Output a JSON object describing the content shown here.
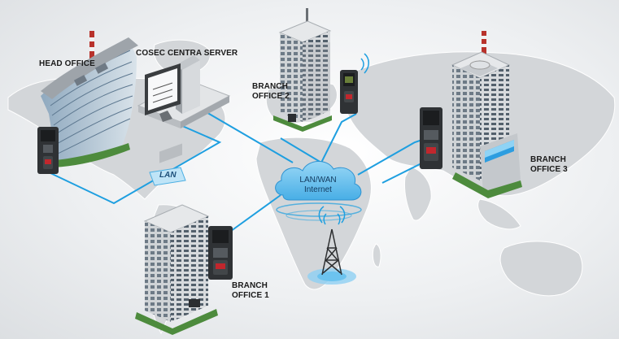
{
  "labels": {
    "head_office": "HEAD OFFICE",
    "server": "COSEC CENTRA SERVER",
    "branch_office_2_line1": "BRANCH",
    "branch_office_2_line2": "OFFICE 2",
    "branch_office_3_line1": "BRANCH",
    "branch_office_3_line2": "OFFICE 3",
    "branch_office_1_line1": "BRANCH",
    "branch_office_1_line2": "OFFICE 1",
    "lan": "LAN",
    "cloud_line1": "LAN/WAN",
    "cloud_line2": "Internet"
  },
  "colors": {
    "connection_line": "#1e9fe0",
    "cloud": "#6cc3ef",
    "map_land": "#d3d6d9",
    "building": "#c9cdd1",
    "device": "#2f3235"
  },
  "icons": [
    "head-office-building-icon",
    "server-computer-icon",
    "branch-office-building-icon",
    "access-control-device-icon",
    "cloud-icon",
    "radio-tower-icon"
  ]
}
